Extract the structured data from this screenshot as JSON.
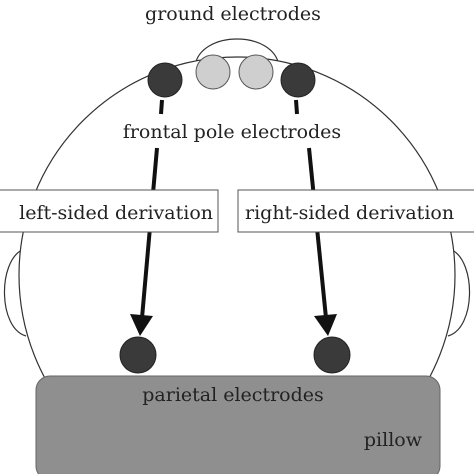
{
  "labels": {
    "ground": "ground electrodes",
    "frontal": "frontal pole electrodes",
    "left": "left-sided derivation",
    "right": "right-sided derivation",
    "parietal": "parietal electrodes",
    "pillow": "pillow"
  },
  "colors": {
    "background": "#ffffff",
    "outline": "#333333",
    "dark_electrode": "#3a3a3a",
    "ground_electrode": "#cfcfcf",
    "pillow": "#8f8f8f",
    "arrow": "#111111",
    "text": "#222222"
  }
}
